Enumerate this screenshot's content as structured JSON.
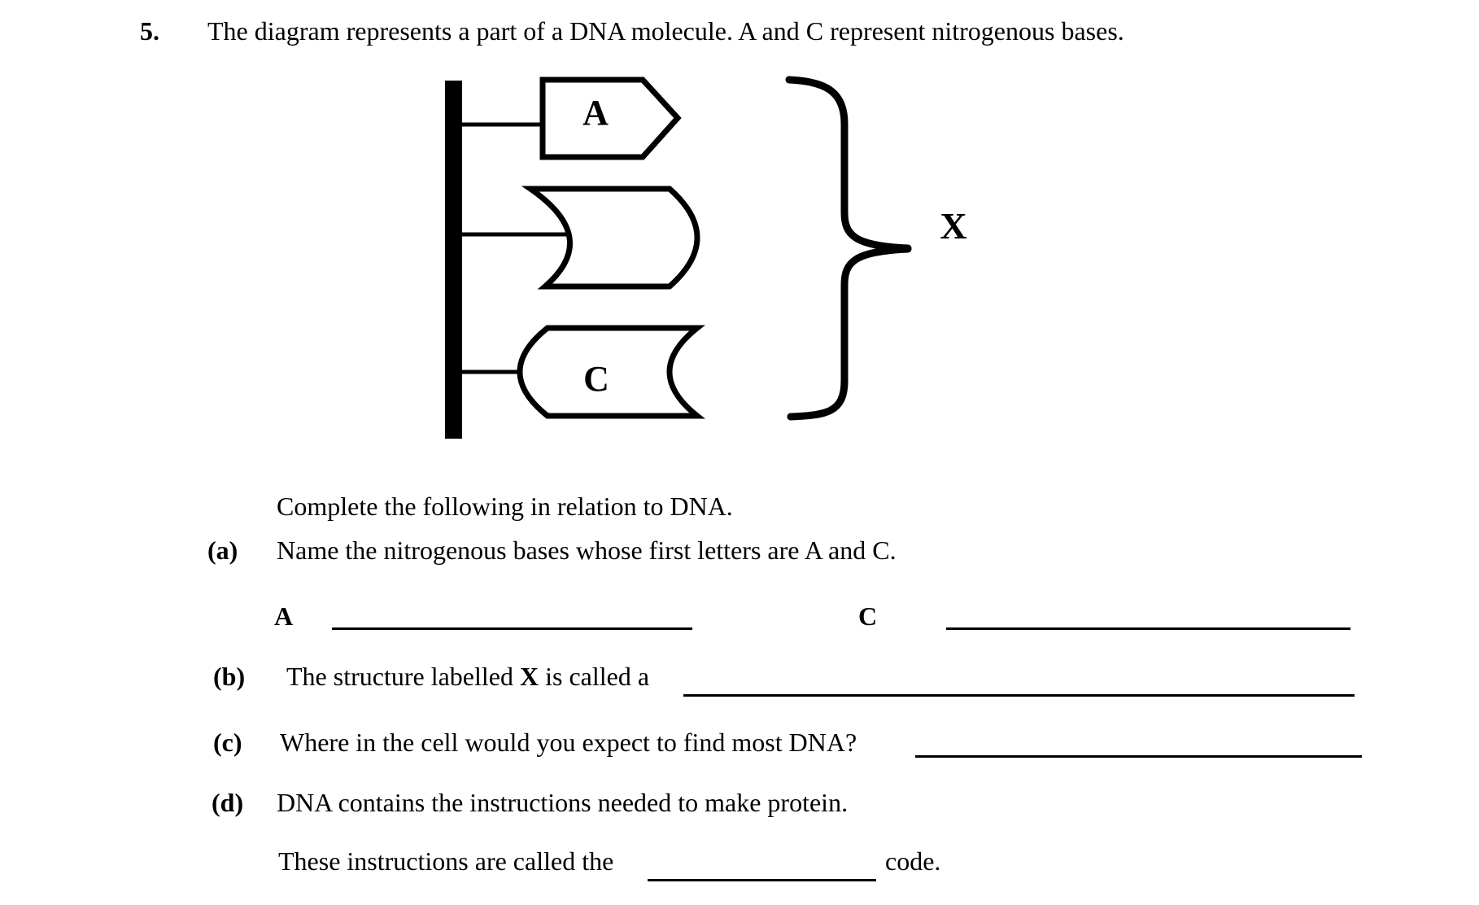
{
  "page": {
    "background": "#ffffff",
    "ink": "#000000"
  },
  "question": {
    "number": "5.",
    "prompt": "The diagram represents a part of a DNA molecule. A and C represent nitrogenous bases.",
    "intro": "Complete the following in relation to DNA."
  },
  "diagram": {
    "base_a_label": "A",
    "base_c_label": "C",
    "brace_label": "X"
  },
  "parts": {
    "a": {
      "label": "(a)",
      "text": "Name the nitrogenous bases whose first letters are A and C.",
      "blank_a_label": "A",
      "blank_c_label": "C"
    },
    "b": {
      "label": "(b)",
      "text_before": "The structure labelled ",
      "emphasis": "X",
      "text_after": " is called a"
    },
    "c": {
      "label": "(c)",
      "text": "Where in the cell would you expect to find most DNA?"
    },
    "d": {
      "label": "(d)",
      "text": "DNA contains the instructions needed to make protein.",
      "followup_before": "These instructions are called the",
      "followup_after": "code."
    }
  }
}
